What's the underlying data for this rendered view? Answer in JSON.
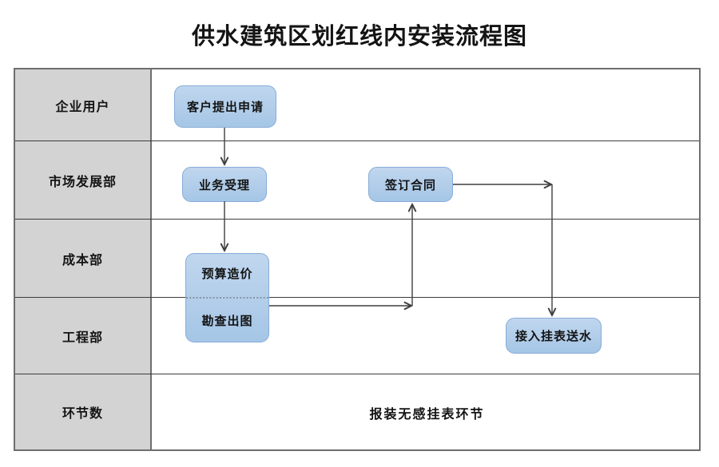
{
  "title": "供水建筑区划红线内安装流程图",
  "lanes": [
    {
      "label": "企业用户"
    },
    {
      "label": "市场发展部"
    },
    {
      "label": "成本部"
    },
    {
      "label": "工程部"
    },
    {
      "label": "环节数"
    }
  ],
  "nodes": {
    "apply": "客户提出申请",
    "accept": "业务受理",
    "budget": "预算造价",
    "survey": "勘查出图",
    "contract": "签订合同",
    "water": "接入挂表送水"
  },
  "note": "报装无感挂表环节",
  "colors": {
    "node_fill_top": "#c0d6ee",
    "node_fill_bottom": "#a5c6e6",
    "node_border": "#88acd8",
    "lane_header_bg": "#d3d3d3",
    "grid_strong": "#6e6e6e",
    "grid_thin": "#3c3c3c",
    "arrow": "#3f3f3f"
  }
}
